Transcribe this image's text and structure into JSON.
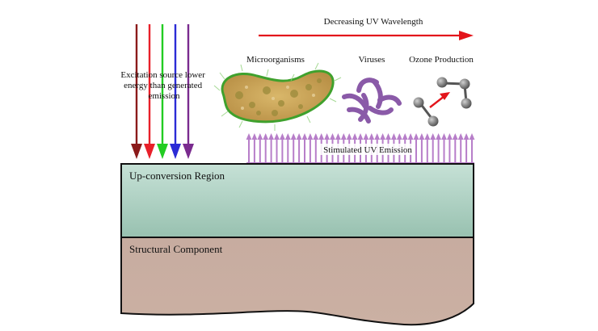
{
  "labels": {
    "uv_wavelength": "Decreasing UV Wavelength",
    "microorganisms": "Microorganisms",
    "viruses": "Viruses",
    "ozone": "Ozone Production",
    "excitation_line1": "Excitation source lower",
    "excitation_line2": "energy than generated",
    "excitation_line3": "emission",
    "stimulated": "Stimulated UV Emission",
    "upconversion": "Up-conversion Region",
    "structural": "Structural Component"
  },
  "colors": {
    "wavelength_arrow": "#e3141b",
    "excitation_arrows": [
      "#8b1a1a",
      "#e8202a",
      "#22cc22",
      "#2b2bd6",
      "#7a2b8f"
    ],
    "uv_emission": "#b77ec9",
    "upconversion_top": "#bfdcd2",
    "upconversion_bottom": "#9cc4b4",
    "structural": "#c9ada0",
    "microorganism_body": "#c9a35b",
    "microorganism_outline": "#3fa12d",
    "virus": "#8a5aa8",
    "ozone_atom": "#6a6a6a"
  }
}
